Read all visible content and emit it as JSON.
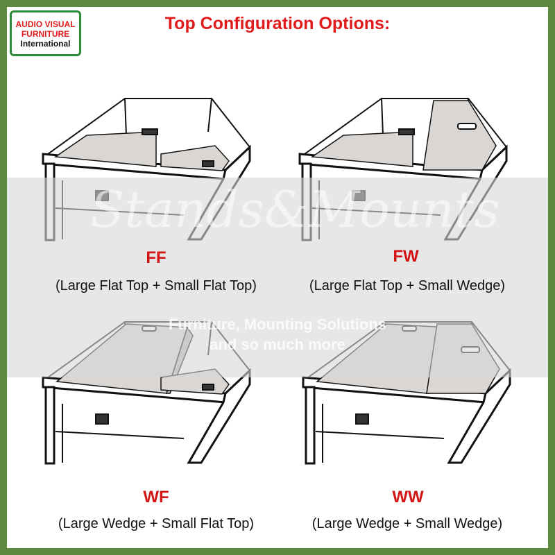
{
  "logo": {
    "line1": "AUDIO VISUAL",
    "line2": "FURNITURE",
    "line3": "International"
  },
  "title": "Top Configuration Options:",
  "watermark": {
    "script": "Stands&Mounts",
    "tagline1": "Furniture, Mounting Solutions",
    "tagline2": "and so much more"
  },
  "options": [
    {
      "code": "FF",
      "description": "(Large Flat Top + Small Flat Top)"
    },
    {
      "code": "FW",
      "description": "(Large Flat Top + Small Wedge)"
    },
    {
      "code": "WF",
      "description": "(Large Wedge + Small Flat Top)"
    },
    {
      "code": "WW",
      "description": "(Large Wedge + Small Wedge)"
    }
  ],
  "colors": {
    "border": "#5c8a3e",
    "accent": "#e01b1b"
  }
}
